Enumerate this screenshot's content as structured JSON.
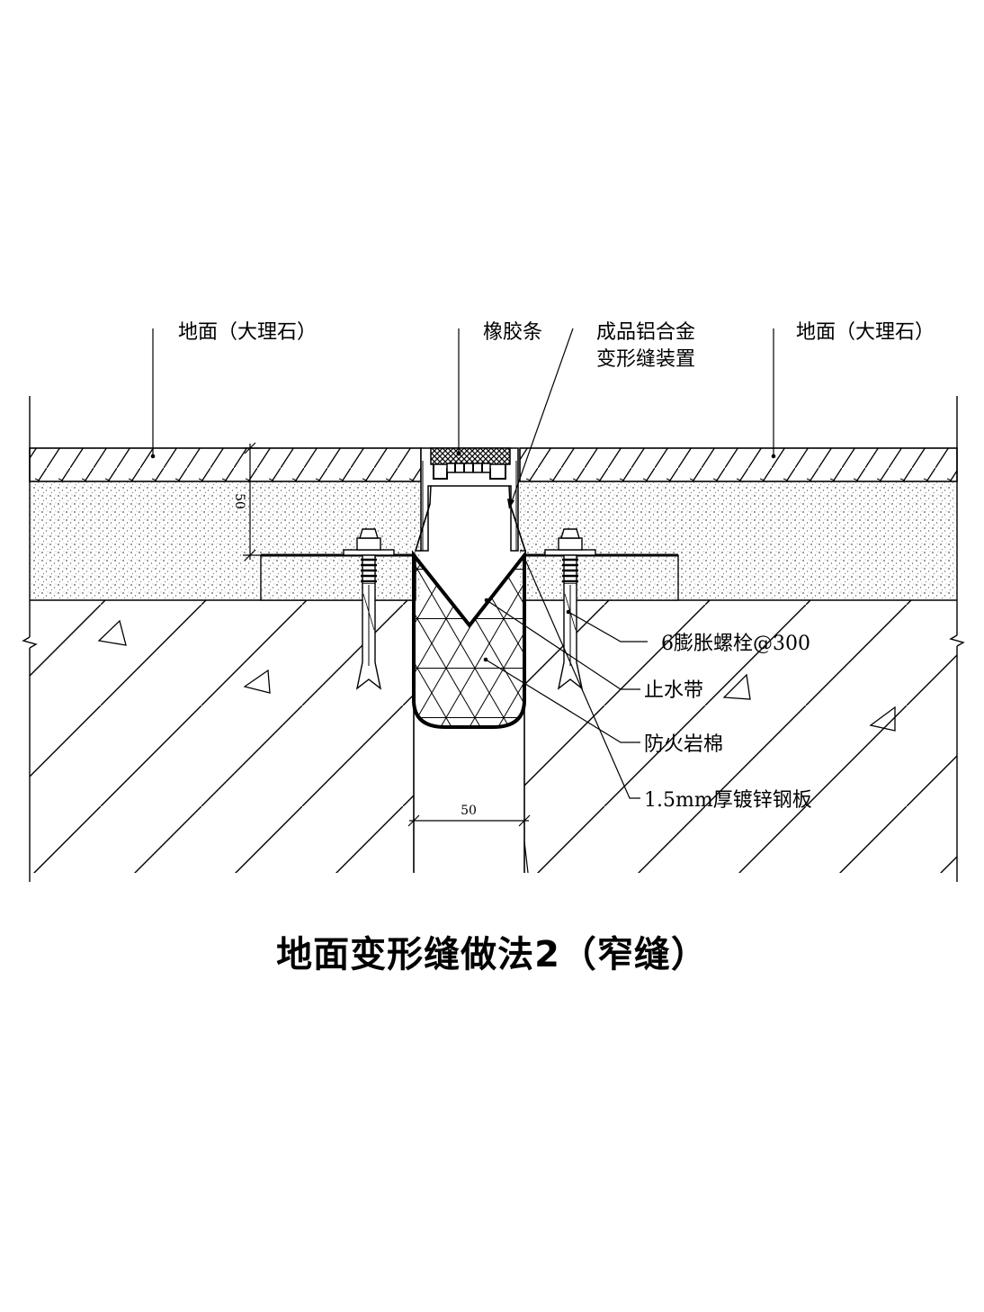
{
  "labels": {
    "floor_left": "地面（大理石）",
    "rubber_strip": "橡胶条",
    "aluminum_line1": "成品铝合金",
    "aluminum_line2": "变形缝装置",
    "floor_right": "地面（大理石）",
    "expansion_bolt": "6膨胀螺栓@300",
    "waterstop": "止水带",
    "fire_rock_wool": "防火岩棉",
    "steel_plate": "1.5mm厚镀锌钢板"
  },
  "dimensions": {
    "layer_thickness": "50",
    "joint_width": "50"
  },
  "title": "地面变形缝做法2（窄缝）",
  "colors": {
    "line": "#000000",
    "background": "#ffffff",
    "screed_dots": "#555555"
  }
}
